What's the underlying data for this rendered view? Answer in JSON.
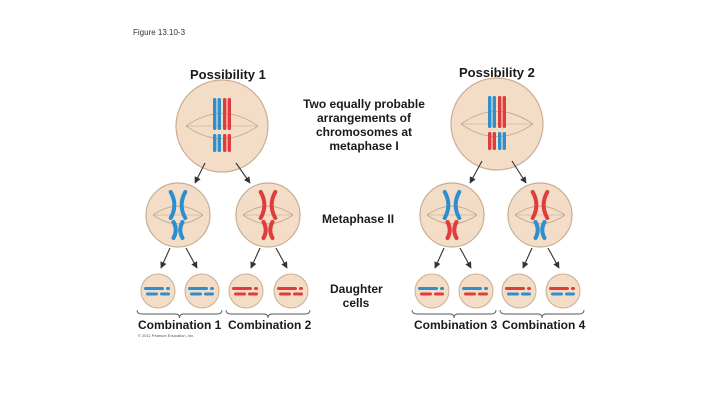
{
  "figure": {
    "label": "Figure 13.10-3",
    "copyright": "© 2011 Pearson Education, Inc."
  },
  "labels": {
    "possibility_1": "Possibility 1",
    "possibility_2": "Possibility 2",
    "center_note_lines": [
      "Two equally probable",
      "arrangements of",
      "chromosomes at",
      "metaphase I"
    ],
    "metaphase_2": "Metaphase II",
    "daughter_lines": [
      "Daughter",
      "cells"
    ]
  },
  "combinations": [
    "Combination 1",
    "Combination 2",
    "Combination 3",
    "Combination 4"
  ],
  "colors": {
    "cell_fill": "#f3ddc7",
    "cell_stroke": "#c9ad93",
    "spindle": "#bfa48b",
    "blue": "#2e8fd0",
    "red": "#e03c3c",
    "arrow": "#333333",
    "bracket": "#555555"
  },
  "diagram": {
    "possibility_1_metaphase_I": "blue chromosomes left, red chromosomes right",
    "possibility_2_metaphase_I": "blue on top-left and bottom-right, red on top-right and bottom-left",
    "metaphase_II_cells": [
      "blue",
      "red",
      "blue-red",
      "red-blue"
    ],
    "daughter_cells": [
      "blue",
      "blue",
      "red",
      "red",
      "blue-red",
      "blue-red",
      "red-blue",
      "red-blue"
    ]
  }
}
